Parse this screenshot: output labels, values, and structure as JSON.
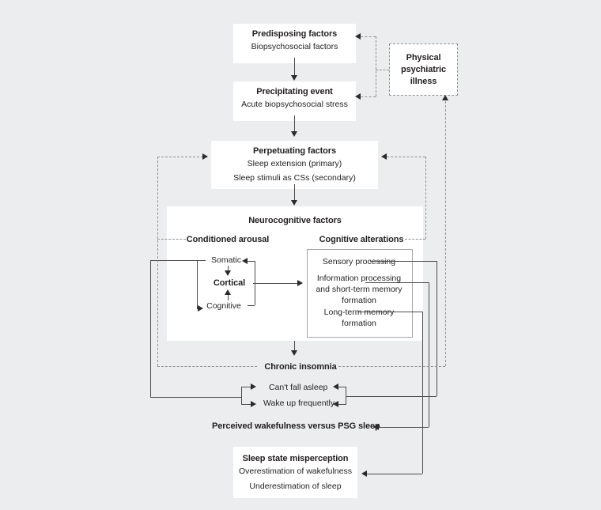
{
  "colors": {
    "background": "#ebedee",
    "box_fill": "#ffffff",
    "solid_line": "#4d4d4f",
    "dashed_line": "#8f9193",
    "arrow": "#2b2b2b",
    "text": "#231f20",
    "inner_border": "#a6a6a6"
  },
  "diagram": {
    "predisposing": {
      "title": "Predisposing factors",
      "subtitle": "Biopsychosocial factors"
    },
    "physical_illness": {
      "title": "Physical psychiatric illness"
    },
    "precipitating": {
      "title": "Precipitating event",
      "subtitle": "Acute biopsychosocial stress"
    },
    "perpetuating": {
      "title": "Perpetuating factors",
      "lines": [
        "Sleep extension (primary)",
        "Sleep stimuli as CSs (secondary)"
      ]
    },
    "neurocognitive": {
      "title": "Neurocognitive factors",
      "conditioned_arousal": {
        "heading": "Conditioned arousal",
        "nodes": [
          "Somatic",
          "Cortical",
          "Cognitive"
        ]
      },
      "cognitive_alterations": {
        "heading": "Cognitive alterations",
        "items": [
          "Sensory processing",
          "Information processing and short-term memory formation",
          "Long-term memory formation"
        ]
      }
    },
    "chronic_insomnia": "Chronic insomnia",
    "complaints": [
      "Can't fall asleep",
      "Wake up frequently"
    ],
    "perceived_wakefulness": "Perceived wakefulness versus PSG sleep",
    "misperception": {
      "title": "Sleep state misperception",
      "lines": [
        "Overestimation of wakefulness",
        "Underestimation of sleep"
      ]
    }
  }
}
